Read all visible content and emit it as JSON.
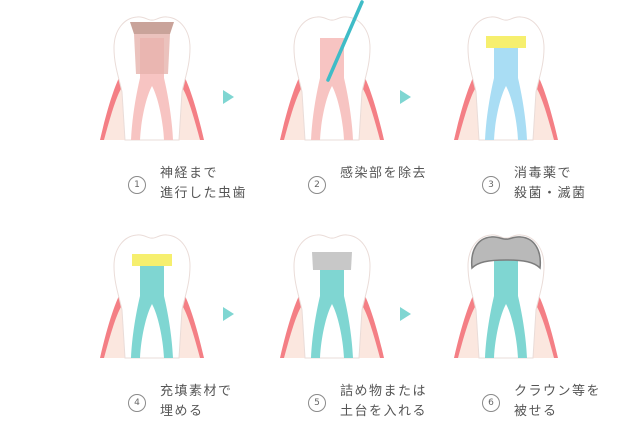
{
  "colors": {
    "gum": "#f47f85",
    "bone": "#fbe7df",
    "tooth": "#ffffff",
    "decay": "#c9a39a",
    "infected_pulp": "#f7c4c2",
    "sterilized_pulp": "#a9ddf4",
    "filling": "#7fd6d2",
    "temporary_seal": "#f6ef6e",
    "gray_cap": "#c8c8c8",
    "file_instrument": "#3fbcc7",
    "arrow": "#7fd6d2"
  },
  "steps": [
    {
      "number": "1",
      "lines": [
        "神経まで",
        "進行した虫歯"
      ],
      "state": "decay"
    },
    {
      "number": "2",
      "lines": [
        "感染部を除去"
      ],
      "state": "remove"
    },
    {
      "number": "3",
      "lines": [
        "消毒薬で",
        "殺菌・滅菌"
      ],
      "state": "sterilize"
    },
    {
      "number": "4",
      "lines": [
        "充填素材で",
        "埋める"
      ],
      "state": "fill"
    },
    {
      "number": "5",
      "lines": [
        "詰め物または",
        "土台を入れる"
      ],
      "state": "core"
    },
    {
      "number": "6",
      "lines": [
        "クラウン等を",
        "被せる"
      ],
      "state": "crown"
    }
  ]
}
